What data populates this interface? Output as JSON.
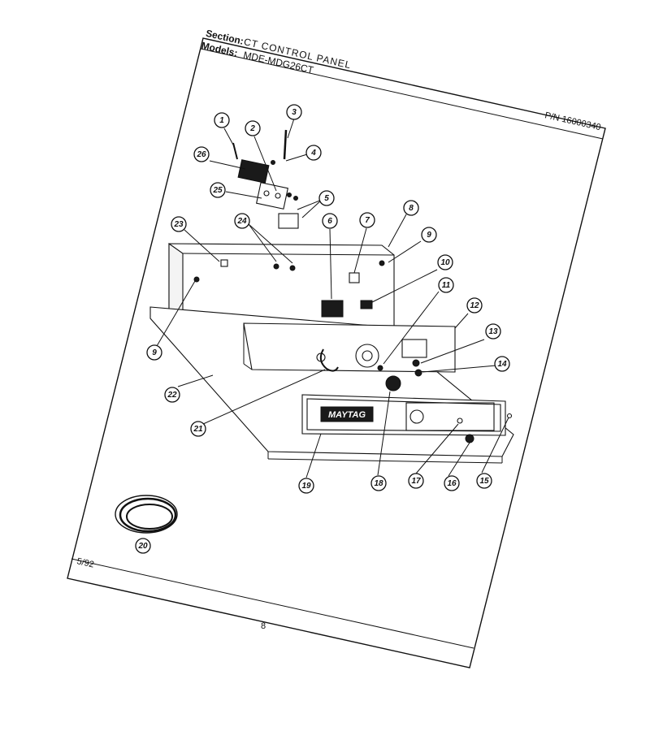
{
  "header": {
    "section_label": "Section:",
    "section_value": "CT CONTROL PANEL",
    "models_label": "Models:",
    "models_value": "MDE-MDG26CT",
    "part_number": "P/N 16000340"
  },
  "footer": {
    "date": "5/92",
    "page_number": "8"
  },
  "brand_label": "MAYTAG",
  "callouts": [
    "1",
    "2",
    "3",
    "4",
    "5",
    "6",
    "7",
    "8",
    "9",
    "9",
    "10",
    "11",
    "12",
    "13",
    "14",
    "15",
    "16",
    "17",
    "18",
    "19",
    "20",
    "21",
    "22",
    "23",
    "24",
    "25",
    "26"
  ]
}
